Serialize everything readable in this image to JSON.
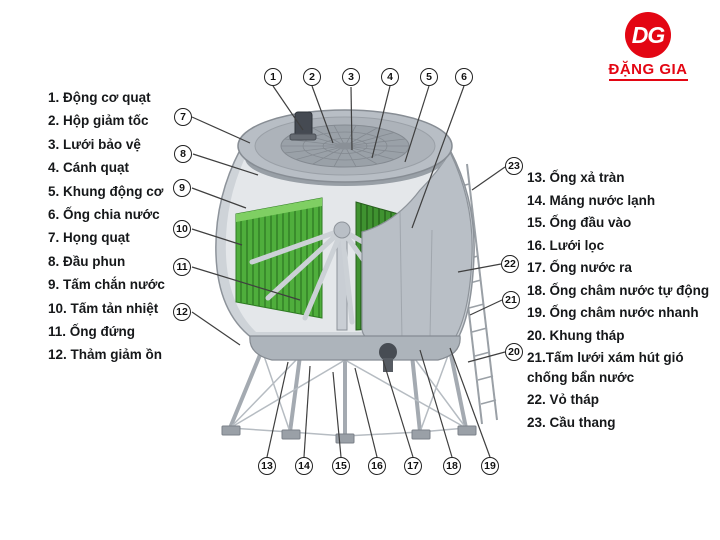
{
  "logo": {
    "short": "DG",
    "name": "ĐẶNG GIA",
    "brand_color": "#e30613"
  },
  "left_labels": [
    {
      "full": "1. Động cơ quạt"
    },
    {
      "full": "2. Hộp giảm tốc"
    },
    {
      "full": "3. Lưới bảo vệ"
    },
    {
      "full": "4. Cánh quạt"
    },
    {
      "full": "5. Khung động cơ"
    },
    {
      "full": "6. Ống chia nước"
    },
    {
      "full": "7. Họng quạt"
    },
    {
      "full": "8. Đầu phun"
    },
    {
      "full": "9. Tấm chắn nước"
    },
    {
      "full": "10. Tấm tản nhiệt"
    },
    {
      "full": "11. Ống đứng"
    },
    {
      "full": "12. Thảm giảm ồn"
    }
  ],
  "right_labels": [
    {
      "full": "13. Ống xả tràn"
    },
    {
      "full": "14. Máng nước lạnh"
    },
    {
      "full": "15. Ống đầu vào"
    },
    {
      "full": "16. Lưới lọc"
    },
    {
      "full": "17. Ống nước ra"
    },
    {
      "full": "18. Ống châm nước tự động"
    },
    {
      "full": "19. Ống châm nước nhanh"
    },
    {
      "full": "20. Khung tháp"
    },
    {
      "full": "21.Tấm lưới xám hút gió chống bẩn nước"
    },
    {
      "full": "22. Vỏ tháp"
    },
    {
      "full": "23. Cầu thang"
    }
  ],
  "callouts": [
    "1",
    "2",
    "3",
    "4",
    "5",
    "6",
    "7",
    "8",
    "9",
    "10",
    "11",
    "12",
    "13",
    "14",
    "15",
    "16",
    "17",
    "18",
    "19",
    "20",
    "21",
    "22",
    "23"
  ],
  "colors": {
    "fill_green": "#4fae3c",
    "shell_gray": "#bcc2c8"
  }
}
